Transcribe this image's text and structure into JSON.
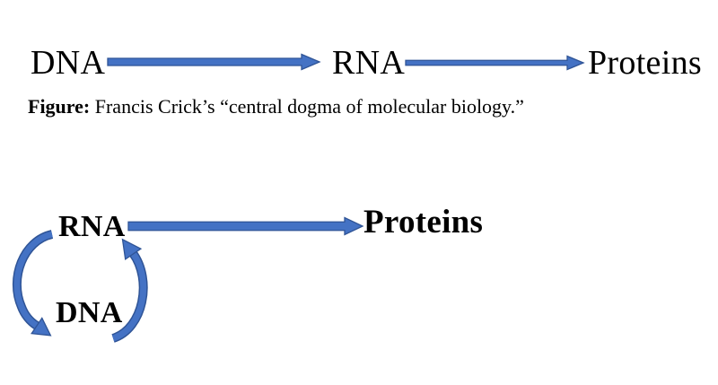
{
  "colors": {
    "arrow_fill": "#4472C4",
    "arrow_outline": "#2F5496",
    "text": "#000000",
    "background": "#ffffff"
  },
  "top_diagram": {
    "nodes": [
      {
        "id": "dna",
        "label": "DNA"
      },
      {
        "id": "rna",
        "label": "RNA"
      },
      {
        "id": "proteins",
        "label": "Proteins"
      }
    ],
    "arrows": [
      {
        "from": "DNA",
        "to": "RNA",
        "style": "straight"
      },
      {
        "from": "RNA",
        "to": "Proteins",
        "style": "straight"
      }
    ]
  },
  "caption": {
    "label": "Figure:",
    "text": " Francis Crick’s “central dogma of molecular biology.”"
  },
  "bottom_diagram": {
    "nodes": [
      {
        "id": "rna",
        "label": "RNA"
      },
      {
        "id": "proteins",
        "label": "Proteins"
      },
      {
        "id": "dna",
        "label": "DNA"
      }
    ],
    "arrows": [
      {
        "from": "RNA",
        "to": "Proteins",
        "style": "straight"
      },
      {
        "from": "RNA",
        "to": "DNA",
        "style": "curved-left"
      },
      {
        "from": "DNA",
        "to": "RNA",
        "style": "curved-right"
      }
    ]
  }
}
